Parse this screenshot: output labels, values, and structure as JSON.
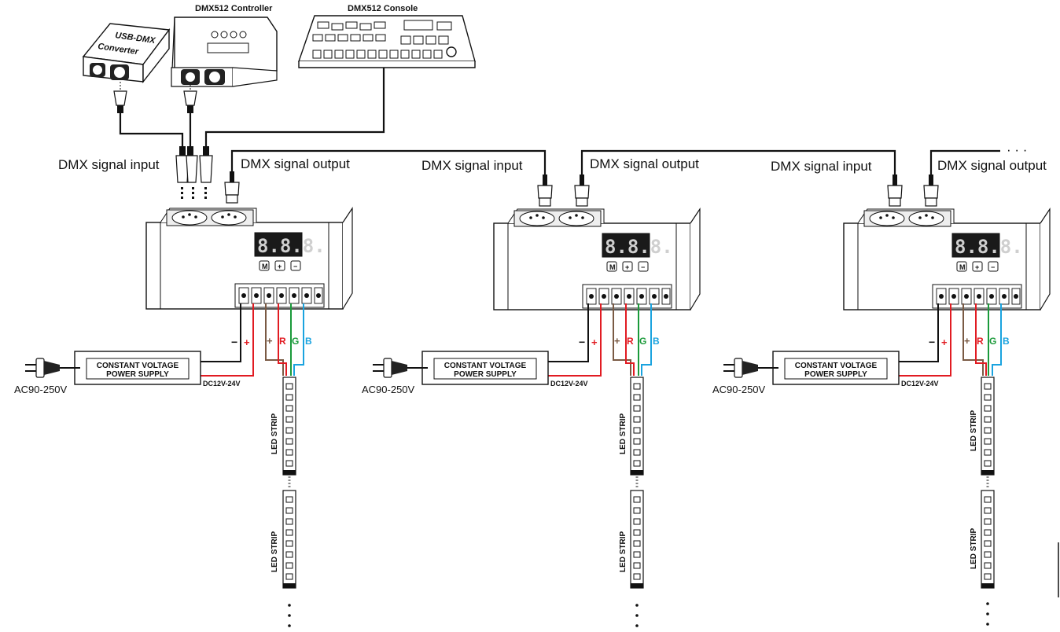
{
  "labels": {
    "usb_dmx_line1": "USB-DMX",
    "usb_dmx_line2": "Converter",
    "controller": "DMX512 Controller",
    "console": "DMX512 Console",
    "signal_input": "DMX signal input",
    "signal_output": "DMX signal output",
    "power_supply_line1": "CONSTANT VOLTAGE",
    "power_supply_line2": "POWER SUPPLY",
    "ac_voltage": "AC90-250V",
    "dc_voltage": "DC12V-24V",
    "led_strip": "LED STRIP",
    "minus": "−",
    "plus": "+",
    "red": "R",
    "green": "G",
    "blue": "B",
    "ellipsis": "· · ·",
    "display": "8.8.8.",
    "btn_m": "M",
    "btn_plus": "+",
    "btn_minus": "−"
  },
  "colors": {
    "red_wire": "#e11b22",
    "green_wire": "#1a9a3a",
    "blue_wire": "#1aa3df",
    "brown_wire": "#7a5a44",
    "black_wire": "#111111"
  }
}
